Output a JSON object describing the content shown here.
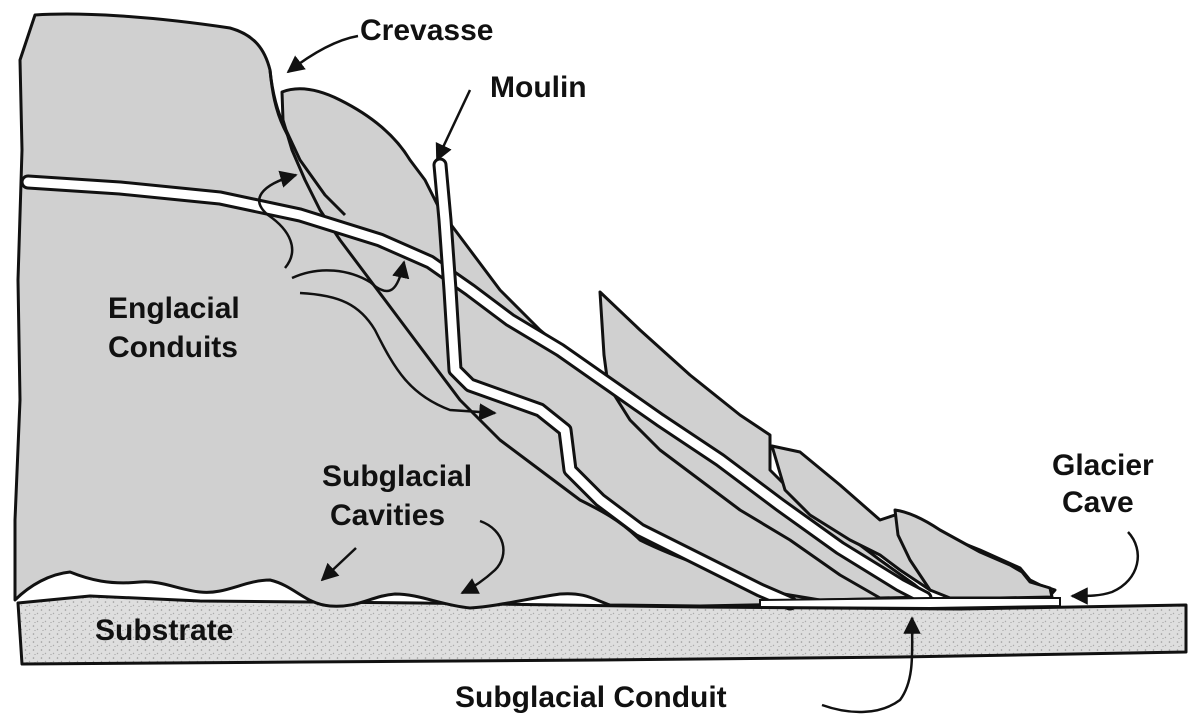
{
  "labels": {
    "crevasse": "Crevasse",
    "moulin": "Moulin",
    "englacial_1": "Englacial",
    "englacial_2": "Conduits",
    "subglacial_cav_1": "Subglacial",
    "subglacial_cav_2": "Cavities",
    "glacier_cave_1": "Glacier",
    "glacier_cave_2": "Cave",
    "substrate": "Substrate",
    "subglacial_conduit": "Subglacial Conduit"
  },
  "colors": {
    "ice": "#d0d0d0",
    "substrate": "#dedede",
    "outline": "#111111",
    "conduit": "#ffffff"
  }
}
